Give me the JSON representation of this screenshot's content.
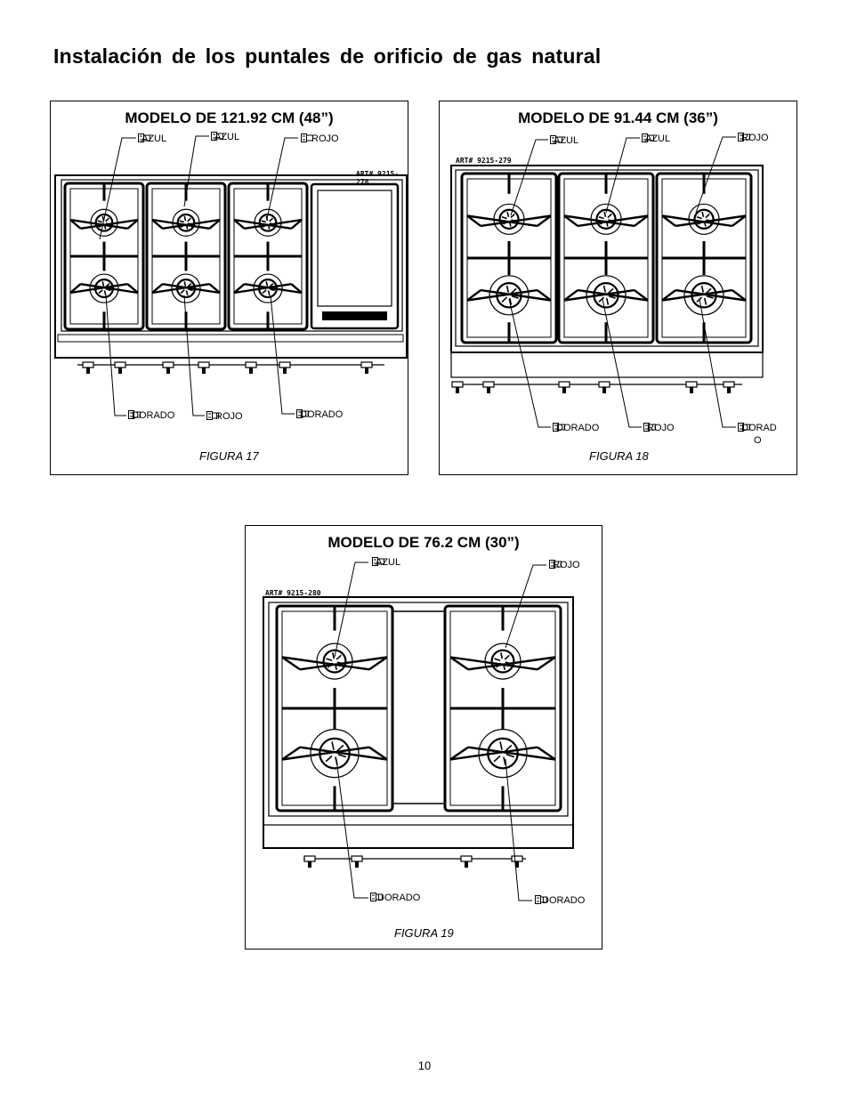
{
  "page": {
    "title": "Instalación de los puntales de orificio de gas natural",
    "page_number": "10"
  },
  "figures": [
    {
      "heading": "MODELO DE 121.92 CM (48”)",
      "art_number": "ART# 9215-278",
      "caption": "FIGURA 17",
      "top_labels": [
        "AZUL",
        "AZUL",
        "ROJO"
      ],
      "bottom_labels": [
        "DORADO",
        "ROJO",
        "DORADO"
      ]
    },
    {
      "heading": "MODELO DE 91.44 CM (36”)",
      "art_number": "ART# 9215-279",
      "caption": "FIGURA 18",
      "top_labels": [
        "AZUL",
        "AZUL",
        "ROJO"
      ],
      "bottom_labels": [
        "DORADO",
        "ROJO",
        "DORAD",
        "O"
      ]
    },
    {
      "heading": "MODELO DE 76.2 CM (30”)",
      "art_number": "ART# 9215-280",
      "caption": "FIGURA 19",
      "top_labels": [
        "AZUL",
        "ROJO"
      ],
      "bottom_labels": [
        "DORADO",
        "DORADO"
      ]
    }
  ],
  "icons": {
    "orifice": "orifice-icon",
    "burner": "burner-icon",
    "knob": "knob-icon"
  }
}
